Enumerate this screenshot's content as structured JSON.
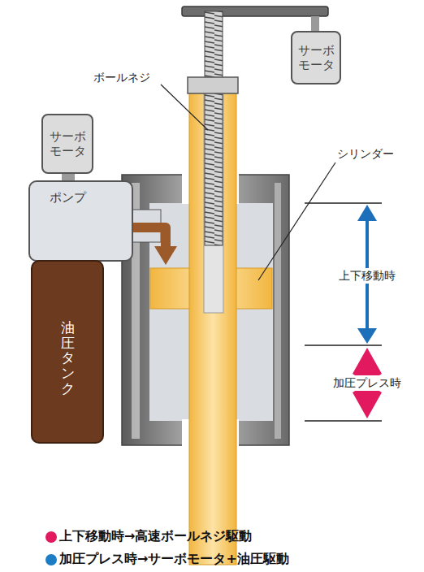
{
  "diagram": {
    "nodes": [
      {
        "text": [
          "サーボ モータ"
        ]
      },
      {
        "text": [
          "サーボ モータ"
        ]
      },
      {
        "text": [
          "ポンプ"
        ]
      },
      {
        "text": [
          "油圧タンク"
        ]
      }
    ],
    "labels": [
      "ボールネジ",
      "シリンダー",
      "上下移動時",
      "加圧プレス時"
    ],
    "legend": [
      {
        "text": "上下移動時→高速ボールネジ駆動",
        "color": "#e2195f"
      },
      {
        "text": "加圧プレス時→サーボモータ+油圧駆動",
        "color": "#1c7cc4"
      }
    ]
  }
}
